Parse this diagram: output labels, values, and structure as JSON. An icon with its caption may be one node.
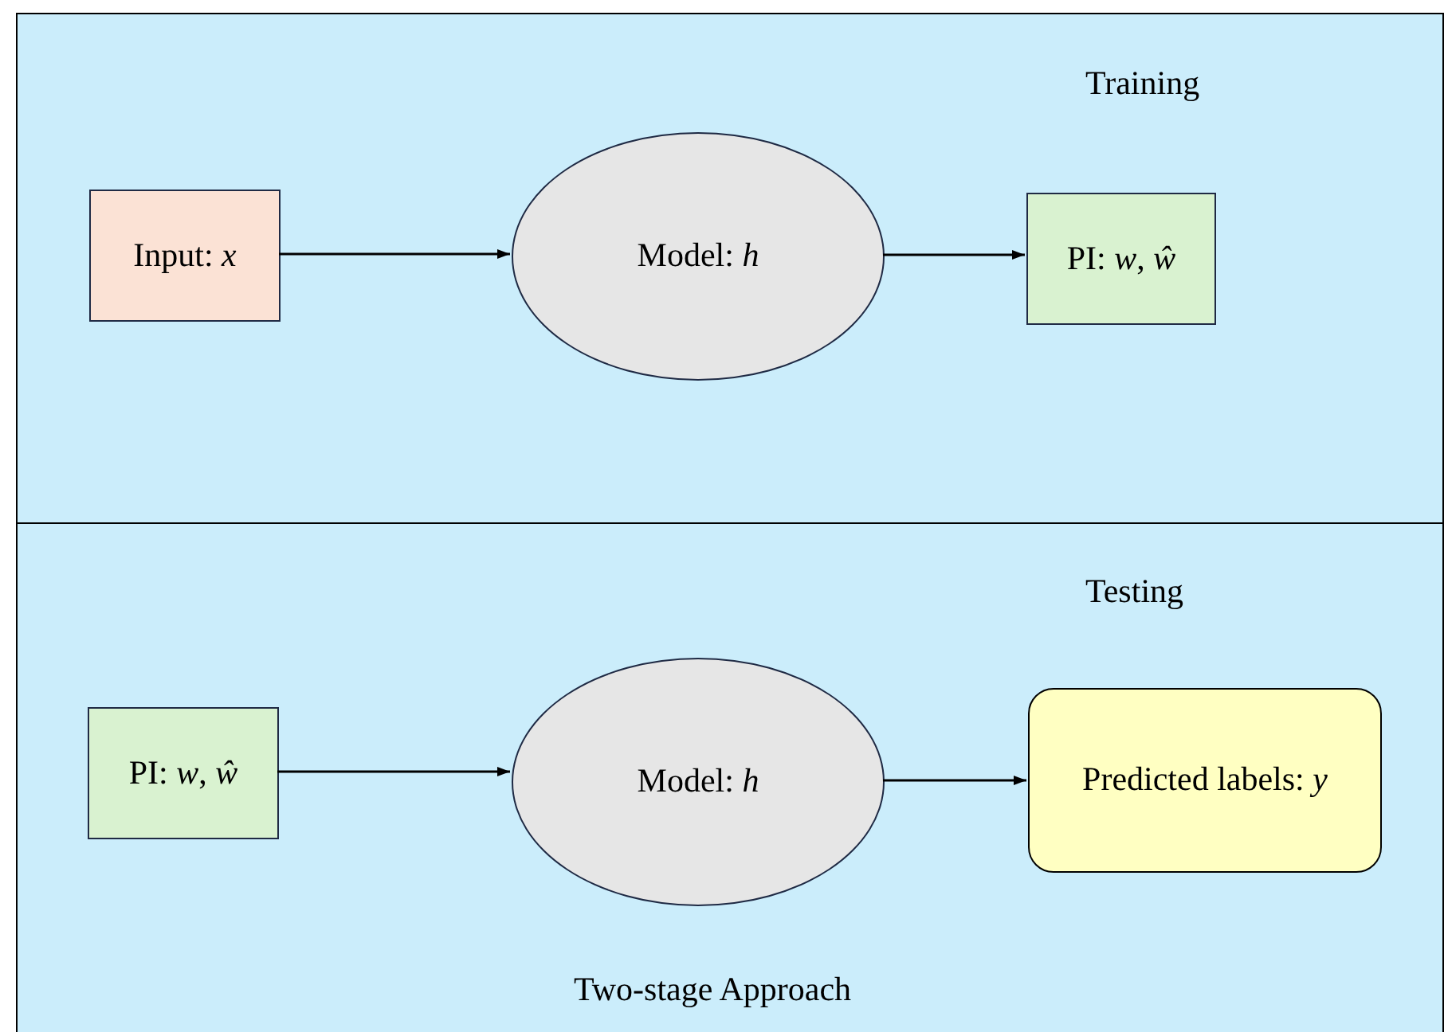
{
  "diagram": {
    "caption": "Two-stage Approach",
    "nodes": [
      {
        "text": [
          "Training"
        ]
      },
      {
        "text": [
          "Input: *x*"
        ],
        "in": 0
      },
      {
        "text": [
          "Model: *h*"
        ],
        "in": 0
      },
      {
        "text": [
          "PI: *w*, *ŵ*"
        ],
        "in": 0
      },
      {
        "text": [
          "Testing"
        ]
      },
      {
        "text": [
          "PI: *w*, *ŵ*"
        ],
        "in": 4
      },
      {
        "text": [
          "Model: *h*"
        ],
        "in": 4
      },
      {
        "text": [
          "Predicted labels: *y*"
        ],
        "in": 4
      }
    ],
    "edges": [
      {
        "from": 1,
        "to": 2,
        "arrow": "to"
      },
      {
        "from": 2,
        "to": 3,
        "arrow": "to"
      },
      {
        "from": 5,
        "to": 6,
        "arrow": "to"
      },
      {
        "from": 6,
        "to": 7,
        "arrow": "to"
      }
    ]
  }
}
